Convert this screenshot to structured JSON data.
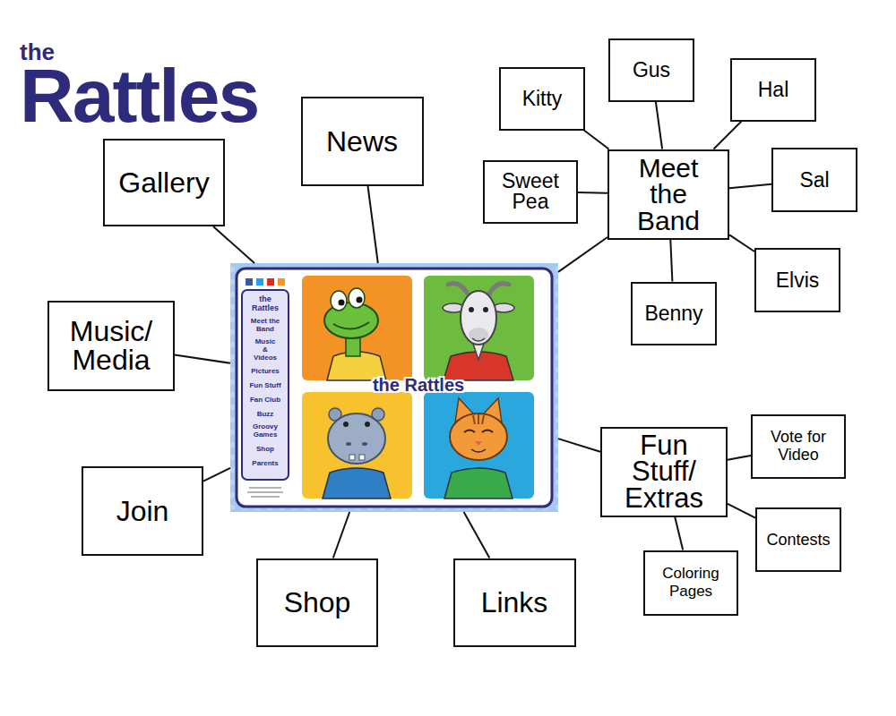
{
  "diagram": {
    "title": "the Rattles",
    "nodes": [
      {
        "text": [
          "Gallery"
        ]
      },
      {
        "text": [
          "News"
        ]
      },
      {
        "text": [
          "Kitty"
        ]
      },
      {
        "text": [
          "Gus"
        ]
      },
      {
        "text": [
          "Hal"
        ]
      },
      {
        "text": [
          "Sweet Pea"
        ]
      },
      {
        "text": [
          "Meet the Band"
        ]
      },
      {
        "text": [
          "Sal"
        ]
      },
      {
        "text": [
          "Elvis"
        ]
      },
      {
        "text": [
          "Benny"
        ]
      },
      {
        "text": [
          "Music/ Media"
        ]
      },
      {
        "text": [
          "the Rattles",
          "Meet the Band",
          "Music & Videos",
          "Pictures",
          "Fun Stuff",
          "Fan Club",
          "Buzz",
          "Groovy Games",
          "Shop",
          "Parents",
          "the Rattles"
        ]
      },
      {
        "text": [
          "Join"
        ]
      },
      {
        "text": [
          "Fun Stuff/ Extras"
        ]
      },
      {
        "text": [
          "Vote for Video"
        ]
      },
      {
        "text": [
          "Contests"
        ]
      },
      {
        "text": [
          "Coloring Pages"
        ]
      },
      {
        "text": [
          "Shop"
        ]
      },
      {
        "text": [
          "Links"
        ]
      }
    ],
    "edges": [
      {
        "from": 11,
        "to": 0,
        "arrow": "none"
      },
      {
        "from": 11,
        "to": 1,
        "arrow": "none"
      },
      {
        "from": 11,
        "to": 6,
        "arrow": "none"
      },
      {
        "from": 11,
        "to": 10,
        "arrow": "none"
      },
      {
        "from": 11,
        "to": 12,
        "arrow": "none"
      },
      {
        "from": 11,
        "to": 13,
        "arrow": "none"
      },
      {
        "from": 11,
        "to": 17,
        "arrow": "none"
      },
      {
        "from": 11,
        "to": 18,
        "arrow": "none"
      },
      {
        "from": 6,
        "to": 2,
        "arrow": "none"
      },
      {
        "from": 6,
        "to": 3,
        "arrow": "none"
      },
      {
        "from": 6,
        "to": 4,
        "arrow": "none"
      },
      {
        "from": 6,
        "to": 5,
        "arrow": "none"
      },
      {
        "from": 6,
        "to": 7,
        "arrow": "none"
      },
      {
        "from": 6,
        "to": 8,
        "arrow": "none"
      },
      {
        "from": 6,
        "to": 9,
        "arrow": "none"
      },
      {
        "from": 13,
        "to": 14,
        "arrow": "none"
      },
      {
        "from": 13,
        "to": 15,
        "arrow": "none"
      },
      {
        "from": 13,
        "to": 16,
        "arrow": "none"
      }
    ]
  }
}
